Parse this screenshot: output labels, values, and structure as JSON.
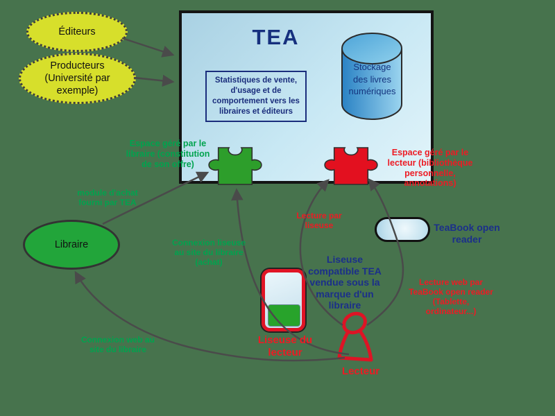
{
  "background_color": "#47734d",
  "colors": {
    "line": "#4a4a4a",
    "navy_text": "#1b2f8a",
    "green_text": "#00a34e",
    "red_text": "#ed1b24",
    "puzzle_green": "#2d9e2b",
    "puzzle_red": "#e3101f",
    "actor_yellow": "#d7df2b",
    "libraire_green": "#22a53a",
    "tea_box_blue": "#c8e8f4",
    "cylinder_blue": "#2a82c4",
    "reader_device_red": "#e01425"
  },
  "actors": {
    "editeurs": "Éditeurs",
    "producteurs": "Producteurs\n(Université par\nexemple)",
    "libraire": "Libraire",
    "lecteur": "Lecteur"
  },
  "tea_box": {
    "title": "TEA",
    "stats": "Statistiques de vente,\nd'usage et de\ncomportement vers les\nlibraires et éditeurs",
    "storage": "Stockage\ndes livres\nnumériques"
  },
  "modules": {
    "teabook_reader": "TeaBook open\nreader",
    "liseuse_lecteur": "Liseuse du\nlecteur"
  },
  "labels": {
    "espace_libraire": "Espace géré par le\nlibraire (constitution\nde son offre)",
    "espace_lecteur": "Espace géré par le\nlecteur (bibliothèque\npersonnelle,\nannotations)",
    "module_achat": "module d'achat\nfourni par TEA",
    "connexion_liseuse": "Connexion liseuse\nau site du libraire\n(achat)",
    "connexion_web": "Connexion web au\nsite du libraire",
    "lecture_liseuse": "Lecture par\nliseuse",
    "lecture_web": "Lecture web par\nTeaBook open reader\n(Tablette,\nordinateur...)",
    "liseuse_compatible": "Liseuse\ncompatible TEA\nvendue sous la\nmarque d'un\nlibraire"
  }
}
